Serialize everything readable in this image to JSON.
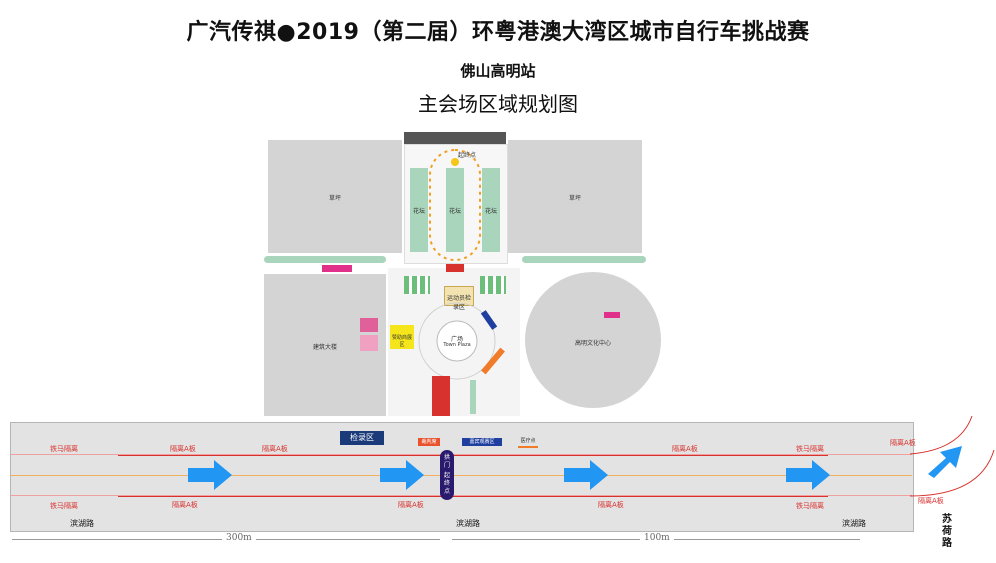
{
  "header": {
    "title": "广汽传祺●2019（第二届）环粤港澳大湾区城市自行车挑战赛",
    "subtitle": "佛山高明站",
    "map_title": "主会场区域规划图"
  },
  "blocks": {
    "left_top": "草坪",
    "right_top": "草坪",
    "left_mid": "建筑大楼",
    "culture_center": "高明文化中心",
    "flower_bed": "花坛"
  },
  "plaza": {
    "finish_top": "起终点",
    "tent_label": "运动员检录区",
    "center_label": "广场",
    "center_sub": "Town Plaza",
    "yellow_area": "赞助商展区"
  },
  "road": {
    "check_area": "检录区",
    "arch_label_1": "拱门",
    "arch_label_2": "起终点",
    "barrier": "隔离A板",
    "horse_barrier": "铁马隔离",
    "road_name": "滨湖路",
    "side_road": "苏荷路",
    "tags": [
      "裁判席",
      "嘉宾观赛区",
      "医疗点"
    ]
  },
  "scale": {
    "left": "300m",
    "right": "100m"
  },
  "colors": {
    "red": "#d8322e",
    "blue_arrow": "#2196f3",
    "navy": "#1a3a7a",
    "green": "#a8d5bb"
  }
}
